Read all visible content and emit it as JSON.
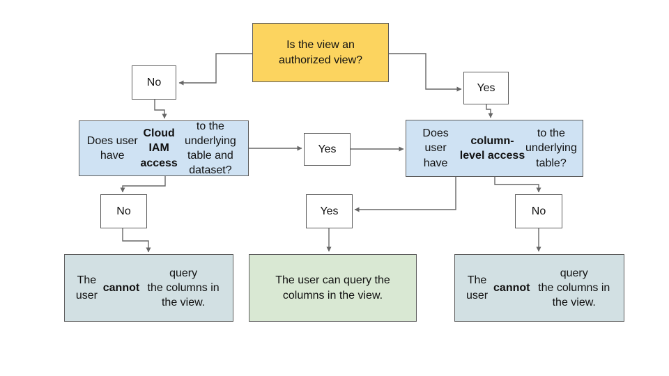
{
  "title": "Authorized view column access decision flowchart",
  "colors": {
    "background": "#ffffff",
    "decision": "#fcd45f",
    "question": "#cfe2f3",
    "negative": "#d2e0e3",
    "positive": "#d9e8d3",
    "border": "#5c5c5c",
    "connector": "#666666",
    "text": "#111111"
  },
  "nodes": {
    "root": {
      "segments": [
        {
          "t": "Is the view an\nauthorized view?"
        }
      ]
    },
    "no1": {
      "label": "No"
    },
    "yes1": {
      "label": "Yes"
    },
    "iam": {
      "segments": [
        {
          "t": "Does user have "
        },
        {
          "t": "Cloud IAM\naccess",
          "b": true
        },
        {
          "t": " to the underlying\ntable and dataset?"
        }
      ]
    },
    "yesMid": {
      "label": "Yes"
    },
    "cls": {
      "segments": [
        {
          "t": "Does user have\n"
        },
        {
          "t": "column-level access",
          "b": true
        },
        {
          "t": " to the\nunderlying table?"
        }
      ]
    },
    "no2": {
      "label": "No"
    },
    "yes2": {
      "label": "Yes"
    },
    "no3": {
      "label": "No"
    },
    "endLeft": {
      "segments": [
        {
          "t": "The user "
        },
        {
          "t": "cannot",
          "b": true
        },
        {
          "t": " query\nthe columns in the view."
        }
      ]
    },
    "endCenter": {
      "segments": [
        {
          "t": "The user can query the\ncolumns in the view."
        }
      ]
    },
    "endRight": {
      "segments": [
        {
          "t": "The user "
        },
        {
          "t": "cannot",
          "b": true
        },
        {
          "t": " query\nthe columns in the view."
        }
      ]
    }
  }
}
